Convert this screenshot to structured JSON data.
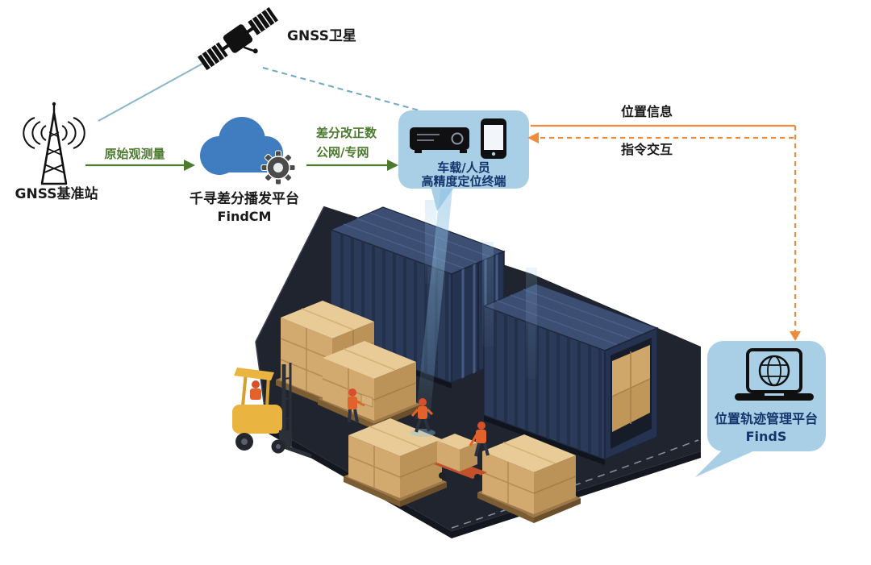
{
  "labels": {
    "satellite": "GNSS卫星",
    "base_station": "GNSS基准站",
    "raw_observation": "原始观测量",
    "cloud_name": "千寻差分播发平台",
    "cloud_sub": "FindCM",
    "diff_correction": "差分改正数",
    "network": "公网/专网",
    "terminal_line1": "车载/人员",
    "terminal_line2": "高精度定位终端",
    "position_info": "位置信息",
    "command": "指令交互",
    "finds_line1": "位置轨迹管理平台",
    "finds_line2": "FindS"
  },
  "icons": {
    "satellite": "satellite-icon",
    "base_station": "radio-tower-icon",
    "cloud_platform": "cloud-gear-icon",
    "terminal": "receiver-and-phone-icon",
    "management_platform": "laptop-globe-icon"
  },
  "colors": {
    "background": "#ffffff",
    "panel_blue": "#a9cfe7",
    "navy_text": "#14356b",
    "green_accent": "#4c7a2e",
    "orange_accent": "#ee8c3e",
    "cloud_blue": "#3f7cc0",
    "ground_dark": "#20242e",
    "container_navy": "#2b3a58",
    "carton_tan": "#d2a96f",
    "beam_blue": "#8fc3e4"
  }
}
